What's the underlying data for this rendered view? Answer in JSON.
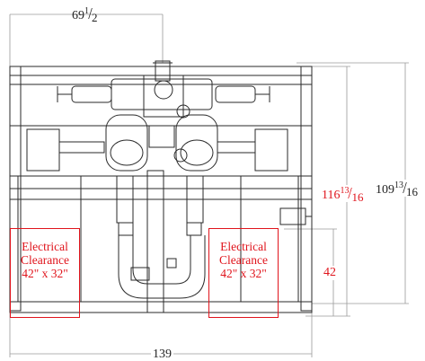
{
  "dimensions": {
    "top_width": {
      "whole": "69",
      "numerator": "1",
      "denominator": "2"
    },
    "bottom_width": "139",
    "clearance_height": "42",
    "inner_height": {
      "whole": "116",
      "numerator": "13",
      "denominator": "16"
    },
    "outer_height": {
      "whole": "109",
      "numerator": "13",
      "denominator": "16"
    }
  },
  "clearance_left": {
    "line1": "Electrical",
    "line2": "Clearance",
    "line3": "42\" x 32\""
  },
  "clearance_right": {
    "line1": "Electrical",
    "line2": "Clearance",
    "line3": "42\" x 32\""
  },
  "colors": {
    "annotation_red": "#e0141c",
    "line_dark": "#2a2a2a",
    "dim_line_gray": "#9a9a9a"
  }
}
